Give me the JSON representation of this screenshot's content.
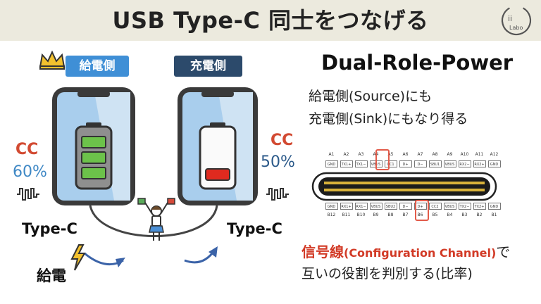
{
  "header": {
    "title": "USB Type-C 同士をつなげる",
    "logo_text": "Labo"
  },
  "left": {
    "role_tag": "給電側",
    "cc_label": "CC",
    "cc_percent": "60%",
    "port_label": "Type-C",
    "supply_label": "給電",
    "battery_level": 1.0
  },
  "right": {
    "role_tag": "充電側",
    "cc_label": "CC",
    "cc_percent": "50%",
    "port_label": "Type-C",
    "battery_level": 0.25
  },
  "info": {
    "title": "Dual-Role-Power",
    "line1": "給電側(Source)にも",
    "line2": "充電側(Sink)にもなり得る",
    "signal_main": "信号線",
    "signal_paren": "(Configuration Channel)",
    "signal_tail": "で",
    "line3": "互いの役割を判別する(比率)"
  },
  "pinout": {
    "top_numbers": [
      "A1",
      "A2",
      "A3",
      "A4",
      "A5",
      "A6",
      "A7",
      "A8",
      "A9",
      "A10",
      "A11",
      "A12"
    ],
    "top_labels": [
      "GND",
      "TX1+",
      "TX1−",
      "VBUS",
      "CC1",
      "D+",
      "D−",
      "SBU1",
      "VBUS",
      "RX2−",
      "RX2+",
      "GND"
    ],
    "bottom_labels": [
      "GND",
      "RX1+",
      "RX1−",
      "VBUS",
      "SBU2",
      "D−",
      "D+",
      "CC2",
      "VBUS",
      "TX2−",
      "TX2+",
      "GND"
    ],
    "bottom_numbers": [
      "B12",
      "B11",
      "B10",
      "B9",
      "B8",
      "B7",
      "B6",
      "B5",
      "B4",
      "B3",
      "B2",
      "B1"
    ]
  },
  "colors": {
    "header_bg": "#eceade",
    "source_tag": "#3f8fd6",
    "sink_tag": "#2c4a6b",
    "highlight": "#e25b4a",
    "battery_full": "#6cc24a",
    "battery_low": "#e02a1f"
  }
}
